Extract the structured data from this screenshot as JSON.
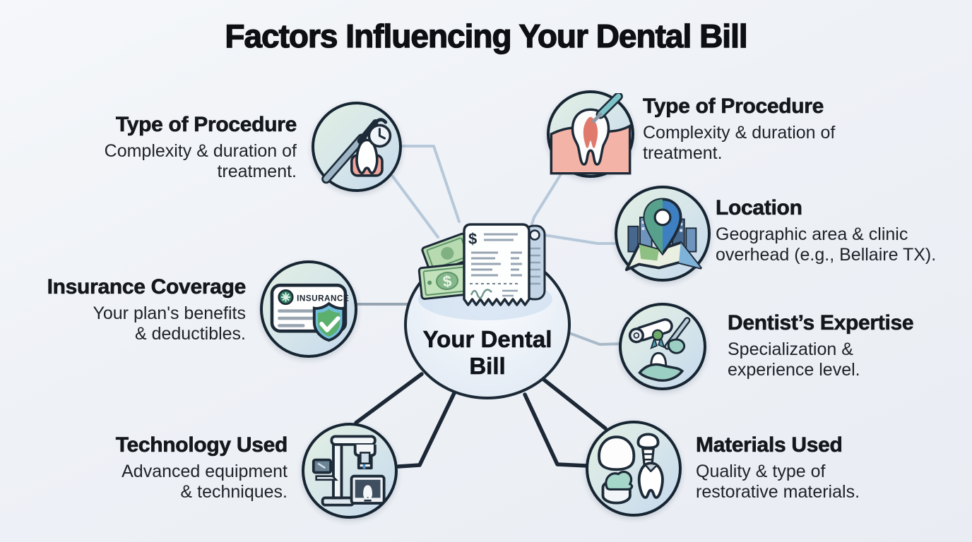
{
  "title": "Factors Influencing Your Dental Bill",
  "center": {
    "line1": "Your Dental",
    "line2": "Bill",
    "icon": "money-receipt-icon"
  },
  "currency_symbol": "$",
  "insurance_card_label": "INSURANCE",
  "factors": [
    {
      "title": "Type of Procedure",
      "desc1": "Complexity & duration of",
      "desc2": "treatment.",
      "icon": "dental-probe-clock-icon",
      "position": "top-left"
    },
    {
      "title": "Type of Procedure",
      "desc1": "Complexity & duration of",
      "desc2": "treatment.",
      "icon": "tooth-cross-section-icon",
      "position": "top-right"
    },
    {
      "title": "Location",
      "desc1": "Geographic area & clinic",
      "desc2": "overhead (e.g., Bellaire TX).",
      "icon": "map-pin-city-icon",
      "position": "right"
    },
    {
      "title": "Insurance Coverage",
      "desc1": "Your plan's benefits",
      "desc2": "& deductibles.",
      "icon": "insurance-card-shield-icon",
      "position": "left"
    },
    {
      "title": "Dentist’s Expertise",
      "desc1": "Specialization &",
      "desc2": "experience level.",
      "icon": "diploma-dental-hand-icon",
      "position": "right"
    },
    {
      "title": "Technology Used",
      "desc1": "Advanced equipment",
      "desc2": "& techniques.",
      "icon": "xray-machine-icon",
      "position": "bottom-left"
    },
    {
      "title": "Materials Used",
      "desc1": "Quality & type of",
      "desc2": "restorative materials.",
      "icon": "dental-materials-icon",
      "position": "bottom-right"
    }
  ],
  "colors": {
    "outline_navy": "#1d2a38",
    "connector_light_blue": "#b6c8d9",
    "connector_dark_navy": "#1c2836",
    "money_green": "#a9d2a4",
    "background": "#eff2f7"
  }
}
